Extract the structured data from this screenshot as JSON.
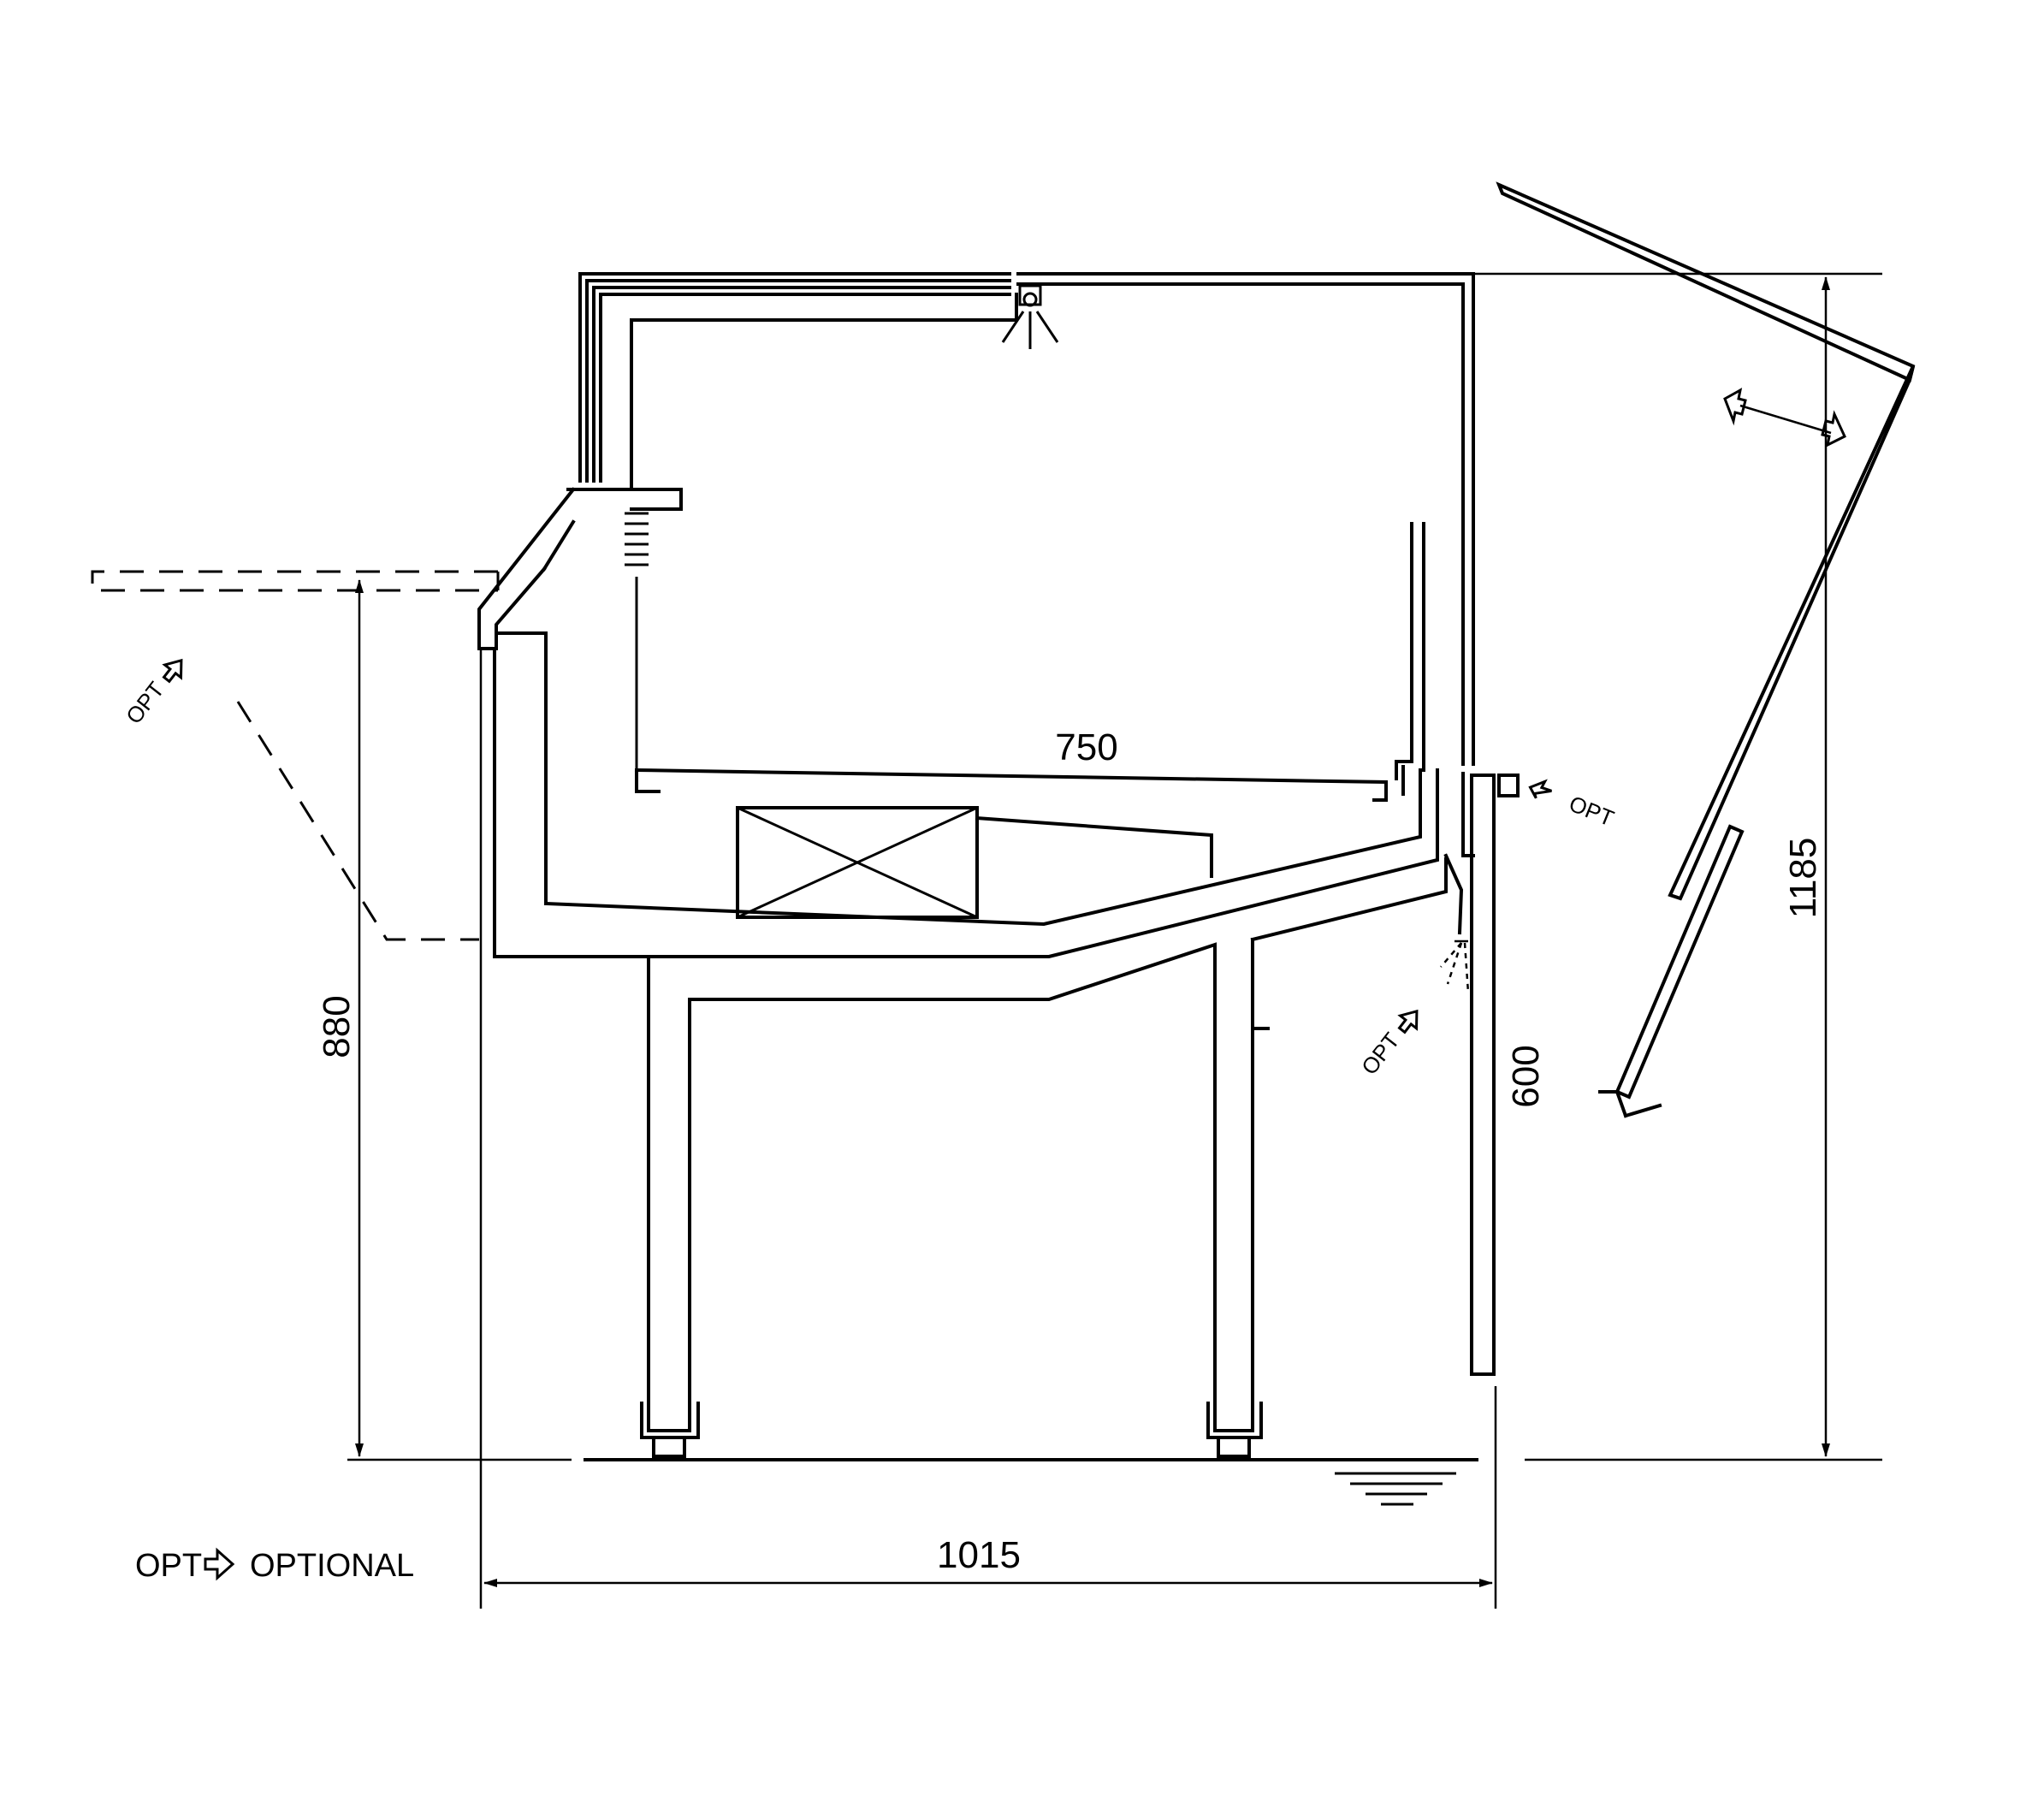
{
  "dimensions": {
    "width_overall": "1015",
    "height_counter": "880",
    "height_overall": "1185",
    "shelf_width": "750",
    "back_panel": "600"
  },
  "callouts": {
    "opt_front_shelf": "OPT",
    "opt_rear_shelf": "OPT",
    "opt_rear_light": "OPT"
  },
  "legend": {
    "key": "OPT",
    "meaning": "OPTIONAL"
  }
}
